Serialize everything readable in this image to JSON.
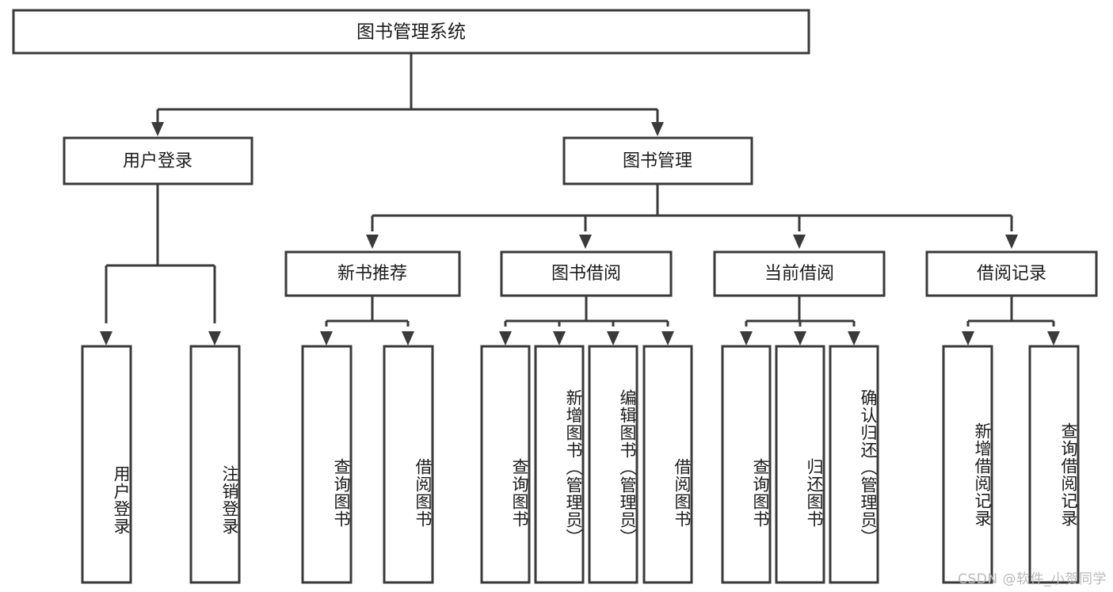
{
  "diagram": {
    "type": "tree-hierarchy",
    "title": "图书管理系统",
    "background_color": "#ffffff",
    "line_color": "#3a3a3a",
    "text_color": "#1b1b1b",
    "root": {
      "label": "图书管理系统"
    },
    "level1": [
      {
        "label": "用户登录"
      },
      {
        "label": "图书管理"
      }
    ],
    "level2": [
      {
        "label": "新书推荐"
      },
      {
        "label": "图书借阅"
      },
      {
        "label": "当前借阅"
      },
      {
        "label": "借阅记录"
      }
    ],
    "leaves": {
      "user_login": [
        {
          "label": "用户登录"
        },
        {
          "label": "注销登录"
        }
      ],
      "new_book_recommend": [
        {
          "label": "查询图书"
        },
        {
          "label": "借阅图书"
        }
      ],
      "book_borrow": [
        {
          "label": "查询图书"
        },
        {
          "label": "新增图书（管理员）"
        },
        {
          "label": "编辑图书（管理员）"
        },
        {
          "label": "借阅图书"
        }
      ],
      "current_borrow": [
        {
          "label": "查询图书"
        },
        {
          "label": "归还图书"
        },
        {
          "label": "确认归还（管理员）"
        }
      ],
      "borrow_record": [
        {
          "label": "新增借阅记录"
        },
        {
          "label": "查询借阅记录"
        }
      ]
    }
  },
  "watermark": {
    "text": "CSDN @软件_小贺同学"
  }
}
